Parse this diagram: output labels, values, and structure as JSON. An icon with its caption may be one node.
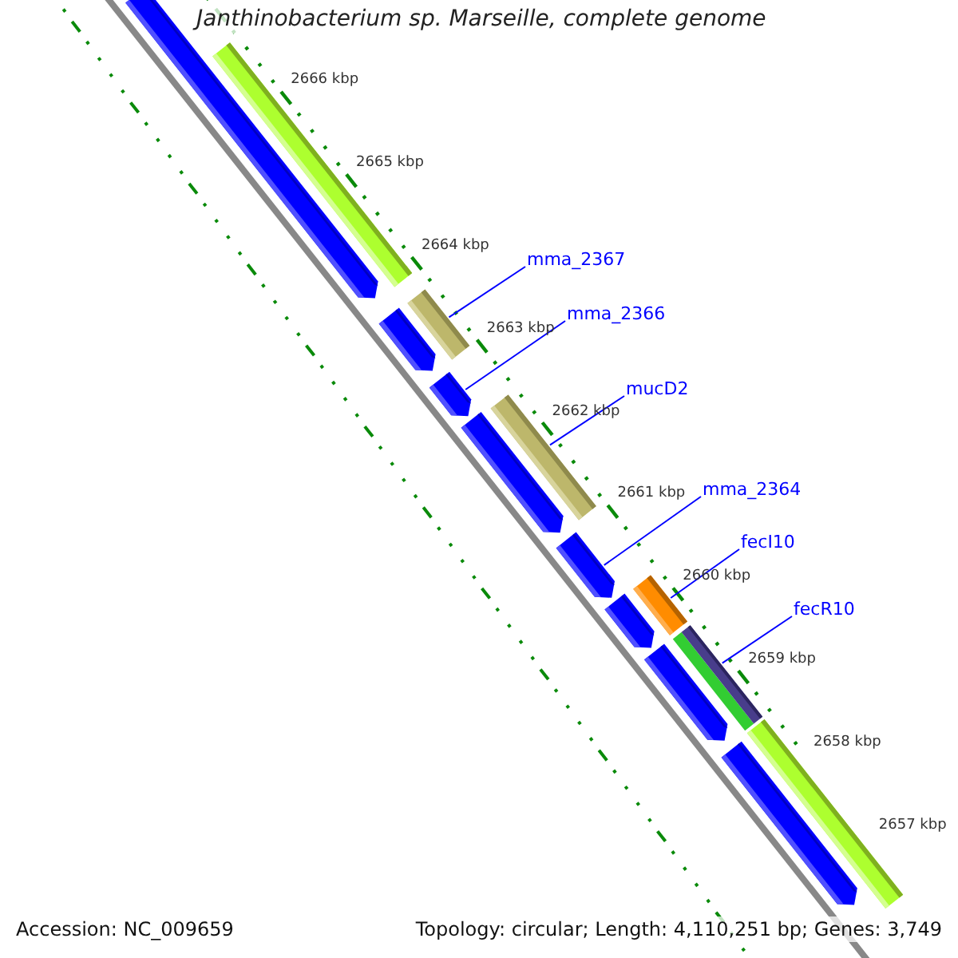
{
  "diagram": {
    "title": "Janthinobacterium sp. Marseille, complete genome",
    "nodes": [
      {
        "text": [],
        "shape": "bar"
      },
      {
        "text": [],
        "shape": "arrow"
      },
      {
        "text": [
          "mma_2367"
        ]
      },
      {
        "text": [],
        "shape": "bar"
      },
      {
        "text": [],
        "shape": "arrow"
      },
      {
        "text": [
          "mma_2366"
        ]
      },
      {
        "text": [],
        "shape": "arrow"
      },
      {
        "text": [
          "mucD2"
        ]
      },
      {
        "text": [],
        "shape": "bar"
      },
      {
        "text": [],
        "shape": "arrow"
      },
      {
        "text": [
          "mma_2364"
        ]
      },
      {
        "text": [],
        "shape": "arrow"
      },
      {
        "text": [
          "fecI10"
        ]
      },
      {
        "text": [],
        "shape": "bar"
      },
      {
        "text": [],
        "shape": "arrow"
      },
      {
        "text": [
          "fecR10"
        ]
      },
      {
        "text": [],
        "shape": "bar"
      },
      {
        "text": [],
        "shape": "arrow"
      },
      {
        "text": [],
        "shape": "bar"
      },
      {
        "text": [],
        "shape": "arrow"
      }
    ],
    "edges": [
      {
        "from": 2,
        "to": 3,
        "arrow": "none"
      },
      {
        "from": 5,
        "to": 6,
        "arrow": "none"
      },
      {
        "from": 7,
        "to": 8,
        "arrow": "none"
      },
      {
        "from": 10,
        "to": 11,
        "arrow": "none"
      },
      {
        "from": 12,
        "to": 13,
        "arrow": "none"
      },
      {
        "from": 15,
        "to": 16,
        "arrow": "none"
      }
    ],
    "labels": [
      "2666 kbp",
      "2665 kbp",
      "2664 kbp",
      "2663 kbp",
      "2662 kbp",
      "2661 kbp",
      "2660 kbp",
      "2659 kbp",
      "2658 kbp",
      "2657 kbp",
      "Accession: NC_009659",
      "Topology: circular; Length: 4,110,251 bp; Genes: 3,749"
    ]
  }
}
